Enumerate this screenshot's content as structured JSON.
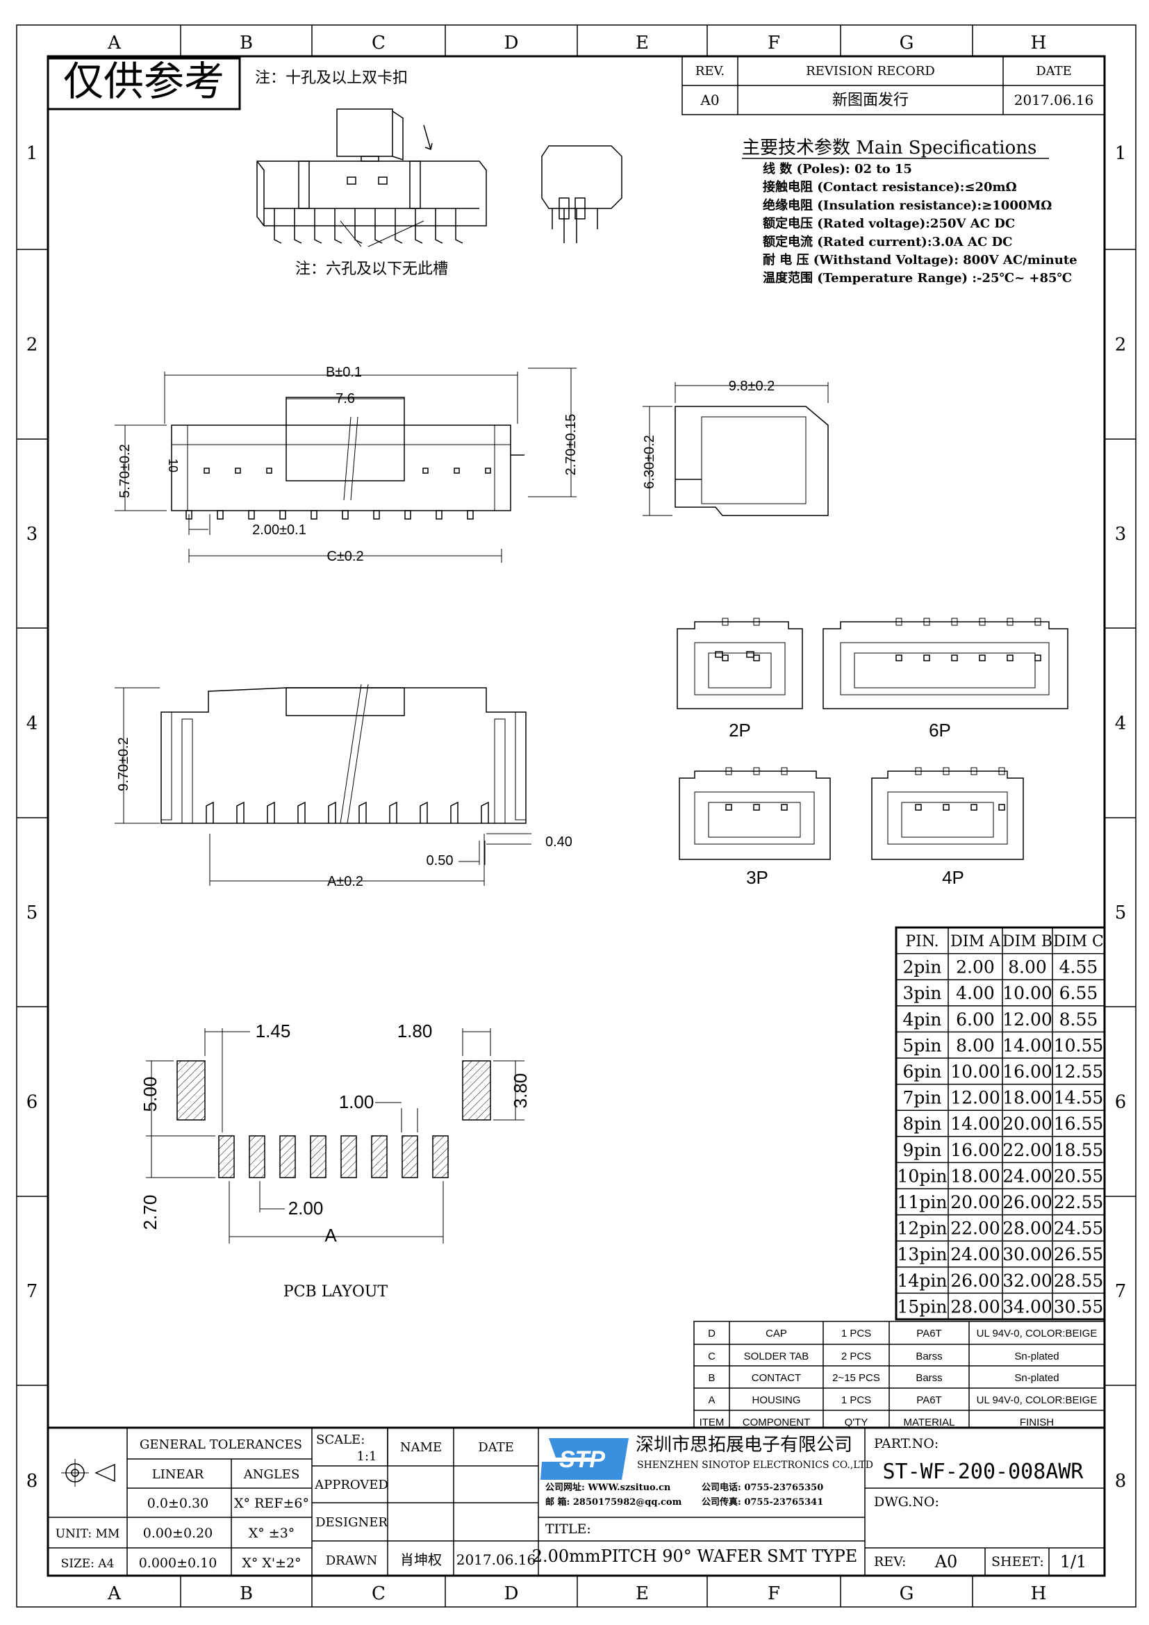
{
  "grid": {
    "columns": [
      "A",
      "B",
      "C",
      "D",
      "E",
      "F",
      "G",
      "H"
    ],
    "rows": [
      "1",
      "2",
      "3",
      "4",
      "5",
      "6",
      "7",
      "8"
    ]
  },
  "watermark": "仅供参考",
  "notes": {
    "top": "注：十孔及以上双卡扣",
    "slot": "注：六孔及以下无此槽"
  },
  "revision": {
    "headers": [
      "REV.",
      "REVISION RECORD",
      "DATE"
    ],
    "rows": [
      [
        "A0",
        "新图面发行",
        "2017.06.16"
      ]
    ]
  },
  "specs": {
    "title": "主要技术参数 Main Specifications",
    "lines": [
      "线    数 (Poles): 02 to 15",
      "接触电阻 (Contact resistance):≤20mΩ",
      "绝缘电阻 (Insulation resistance):≥1000MΩ",
      "额定电压 (Rated voltage):250V AC DC",
      "额定电流 (Rated current):3.0A AC DC",
      "耐 电 压 (Withstand Voltage): 800V AC/minute",
      "温度范围 (Temperature Range) :-25℃~ +85℃"
    ]
  },
  "dimensions": {
    "top_view": {
      "b": "B±0.1",
      "cap": "7.6",
      "height_small": "2.70±0.15",
      "height": "5.70±0.2",
      "pitch": "2.00±0.1",
      "c": "C±0.2",
      "marking": "10"
    },
    "side_view": {
      "width": "9.8±0.2",
      "height": "6.30±0.2"
    },
    "front_view": {
      "height": "9.70±0.2",
      "pin_w": "0.40",
      "pin_gap": "0.50",
      "a": "A±0.2"
    }
  },
  "variants": [
    "2P",
    "6P",
    "3P",
    "4P"
  ],
  "pcb": {
    "pad_w": "1.45",
    "tab_w": "1.80",
    "offset": "5.00",
    "tab_h": "3.80",
    "pad_width": "1.00",
    "pad_h": "2.70",
    "pitch": "2.00",
    "a": "A",
    "title": "PCB LAYOUT"
  },
  "pin_table": {
    "headers": [
      "PIN.",
      "DIM A",
      "DIM B",
      "DIM C"
    ],
    "rows": [
      [
        "2pin",
        "2.00",
        "8.00",
        "4.55"
      ],
      [
        "3pin",
        "4.00",
        "10.00",
        "6.55"
      ],
      [
        "4pin",
        "6.00",
        "12.00",
        "8.55"
      ],
      [
        "5pin",
        "8.00",
        "14.00",
        "10.55"
      ],
      [
        "6pin",
        "10.00",
        "16.00",
        "12.55"
      ],
      [
        "7pin",
        "12.00",
        "18.00",
        "14.55"
      ],
      [
        "8pin",
        "14.00",
        "20.00",
        "16.55"
      ],
      [
        "9pin",
        "16.00",
        "22.00",
        "18.55"
      ],
      [
        "10pin",
        "18.00",
        "24.00",
        "20.55"
      ],
      [
        "11pin",
        "20.00",
        "26.00",
        "22.55"
      ],
      [
        "12pin",
        "22.00",
        "28.00",
        "24.55"
      ],
      [
        "13pin",
        "24.00",
        "30.00",
        "26.55"
      ],
      [
        "14pin",
        "26.00",
        "32.00",
        "28.55"
      ],
      [
        "15pin",
        "28.00",
        "34.00",
        "30.55"
      ]
    ]
  },
  "bom": {
    "rows": [
      [
        "D",
        "CAP",
        "1 PCS",
        "PA6T",
        "UL 94V-0, COLOR:BEIGE"
      ],
      [
        "C",
        "SOLDER TAB",
        "2 PCS",
        "Barss",
        "Sn-plated"
      ],
      [
        "B",
        "CONTACT",
        "2~15 PCS",
        "Barss",
        "Sn-plated"
      ],
      [
        "A",
        "HOUSING",
        "1 PCS",
        "PA6T",
        "UL 94V-0, COLOR:BEIGE"
      ],
      [
        "ITEM",
        "COMPONENT",
        "Q'TY",
        "MATERIAL",
        "FINISH"
      ]
    ]
  },
  "title_block": {
    "general_tolerances": "GENERAL TOLERANCES",
    "linear": "LINEAR",
    "angles": "ANGLES",
    "tol_rows": [
      [
        "0.0±0.30",
        "X° REF±6°"
      ],
      [
        "0.00±0.20",
        "X° ±3°"
      ],
      [
        "0.000±0.10",
        "X° X'±2°"
      ]
    ],
    "unit": "UNIT: MM",
    "size": "SIZE: A4",
    "scale_label": "SCALE:",
    "scale": "1:1",
    "name": "NAME",
    "date": "DATE",
    "approved": "APPROVED",
    "designer": "DESIGNER",
    "drawn": "DRAWN",
    "drawn_name": "肖坤权",
    "drawn_date": "2017.06.16",
    "company_logo": "STP",
    "company_cn": "深圳市思拓展电子有限公司",
    "company_en": "SHENZHEN SINOTOP ELECTRONICS CO.,LTD",
    "website": "公司网址: WWW.szsituo.cn",
    "phone": "公司电话: 0755-23765350",
    "email": "邮    箱: 2850175982@qq.com",
    "fax": "公司传真: 0755-23765341",
    "title_label": "TITLE:",
    "title": "2.00mmPITCH 90° WAFER SMT TYPE",
    "part_no_label": "PART.NO:",
    "part_no": "ST-WF-200-008AWR",
    "dwg_no_label": "DWG.NO:",
    "rev_label": "REV:",
    "rev": "A0",
    "sheet_label": "SHEET:",
    "sheet": "1/1"
  },
  "colors": {
    "logo": "#3a8fde",
    "line": "#000000"
  }
}
